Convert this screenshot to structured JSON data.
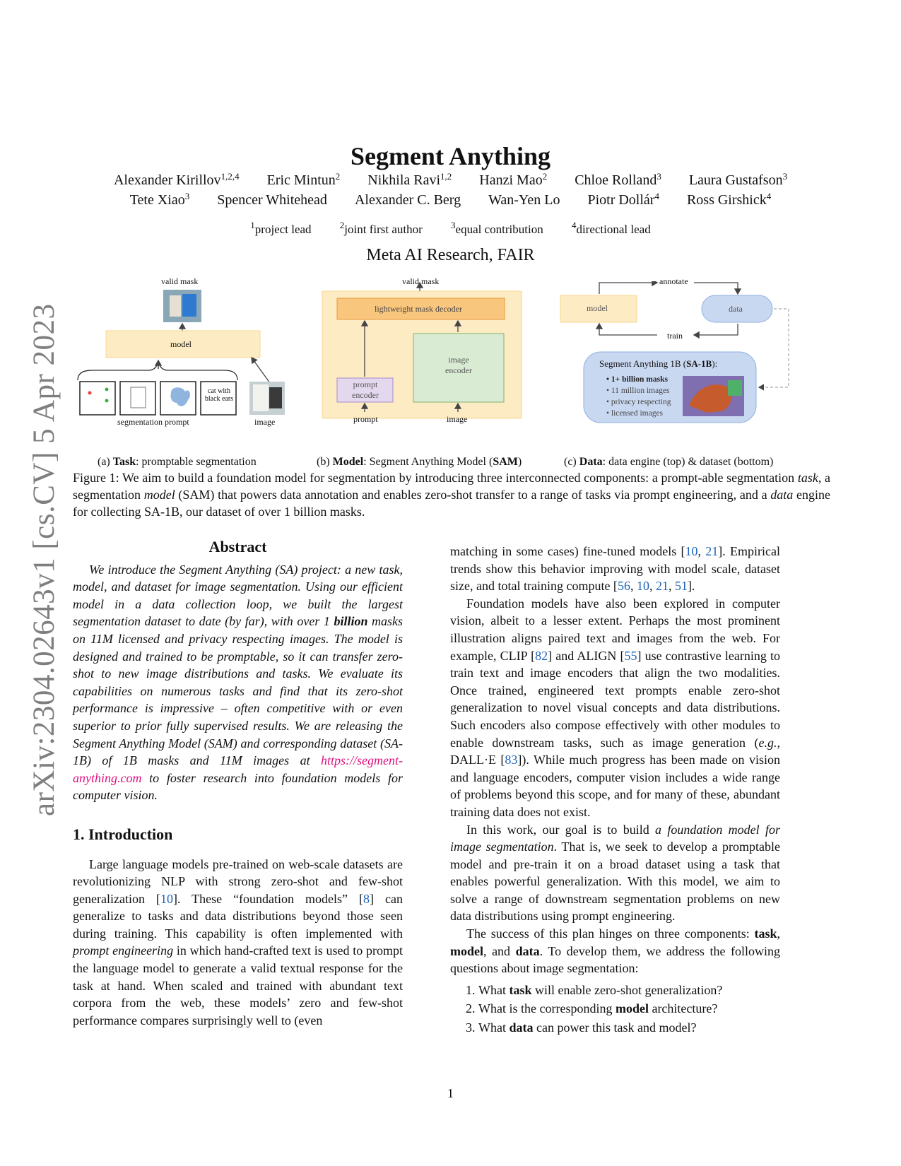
{
  "arxiv_id": "arXiv:2304.02643v1  [cs.CV]  5 Apr 2023",
  "title": "Segment Anything",
  "authors_row1": [
    {
      "name": "Alexander Kirillov",
      "sup": "1,2,4"
    },
    {
      "name": "Eric Mintun",
      "sup": "2"
    },
    {
      "name": "Nikhila Ravi",
      "sup": "1,2"
    },
    {
      "name": "Hanzi Mao",
      "sup": "2"
    },
    {
      "name": "Chloe Rolland",
      "sup": "3"
    },
    {
      "name": "Laura Gustafson",
      "sup": "3"
    }
  ],
  "authors_row2": [
    {
      "name": "Tete Xiao",
      "sup": "3"
    },
    {
      "name": "Spencer Whitehead",
      "sup": ""
    },
    {
      "name": "Alexander C. Berg",
      "sup": ""
    },
    {
      "name": "Wan-Yen Lo",
      "sup": ""
    },
    {
      "name": "Piotr Dollár",
      "sup": "4"
    },
    {
      "name": "Ross Girshick",
      "sup": "4"
    }
  ],
  "notes": [
    {
      "sup": "1",
      "text": "project lead"
    },
    {
      "sup": "2",
      "text": "joint first author"
    },
    {
      "sup": "3",
      "text": "equal contribution"
    },
    {
      "sup": "4",
      "text": "directional lead"
    }
  ],
  "affiliation": "Meta AI Research, FAIR",
  "figure": {
    "a": {
      "valid_mask": "valid mask",
      "model": "model",
      "prompt_text_1": "cat with",
      "prompt_text_2": "black ears",
      "seg_prompt": "segmentation prompt",
      "image": "image",
      "caption_label": "(a) ",
      "caption_bold": "Task",
      "caption_rest": ": promptable segmentation"
    },
    "b": {
      "valid_mask": "valid mask",
      "decoder": "lightweight mask decoder",
      "prompt_encoder_1": "prompt",
      "prompt_encoder_2": "encoder",
      "image_encoder_1": "image",
      "image_encoder_2": "encoder",
      "prompt": "prompt",
      "image": "image",
      "caption_label": "(b) ",
      "caption_bold": "Model",
      "caption_rest": ": Segment Anything Model (",
      "caption_bold2": "SAM",
      "caption_end": ")"
    },
    "c": {
      "annotate": "annotate",
      "model": "model",
      "data": "data",
      "train": "train",
      "sa_title_pre": "Segment Anything 1B (",
      "sa_title_bold": "SA-1B",
      "sa_title_post": "):",
      "bullets": [
        "• 1+ billion masks",
        "• 11 million images",
        "• privacy respecting",
        "• licensed images"
      ],
      "caption_label": "(c) ",
      "caption_bold": "Data",
      "caption_rest": ": data engine (top) & dataset (bottom)"
    },
    "caption_p1": "Figure 1: We aim to build a foundation model for segmentation by introducing three interconnected components: a prompt-able segmentation ",
    "caption_task": "task",
    "caption_p2": ", a segmentation ",
    "caption_model": "model",
    "caption_p3": " (SAM) that powers data annotation and enables zero-shot transfer to a range of tasks via prompt engineering, and a ",
    "caption_data": "data",
    "caption_p4": " engine for collecting SA-1B, our dataset of over 1 billion masks."
  },
  "abstract": {
    "heading": "Abstract",
    "text_1": "We introduce the Segment Anything (SA) project: a new task, model, and dataset for image segmentation. Using our efficient model in a data collection loop, we built the largest segmentation dataset to date (by far), with over 1 ",
    "bold": "billion",
    "text_2": " masks on 11M licensed and privacy respecting images. The model is designed and trained to be promptable, so it can transfer zero-shot to new image distributions and tasks. We evaluate its capabilities on numerous tasks and find that its zero-shot performance is impressive – often competitive with or even superior to prior fully supervised results. We are releasing the Segment Anything Model (SAM) and corresponding dataset (SA-1B) of 1B masks and 11M images at ",
    "link": "https://segment-anything.com",
    "text_3": " to foster research into foundation models for computer vision."
  },
  "intro": {
    "heading": "1. Introduction",
    "p1_a": "Large language models pre-trained on web-scale datasets are revolutionizing NLP with strong zero-shot and few-shot generalization [",
    "p1_ref1": "10",
    "p1_b": "]. These “foundation models” [",
    "p1_ref2": "8",
    "p1_c": "] can generalize to tasks and data distributions beyond those seen during training. This capability is often implemented with ",
    "p1_em": "prompt engineering",
    "p1_d": " in which hand-crafted text is used to prompt the language model to generate a valid textual response for the task at hand. When scaled and trained with abundant text corpora from the web, these models’ zero and few-shot performance compares surprisingly well to (even"
  },
  "right": {
    "p1_a": "matching in some cases) fine-tuned models [",
    "p1_r1": "10",
    "p1_r2": "21",
    "p1_b": "]. Empirical trends show this behavior improving with model scale, dataset size, and total training compute [",
    "p1_r3": "56",
    "p1_r4": "10",
    "p1_r5": "21",
    "p1_r6": "51",
    "p1_c": "].",
    "p2_a": "Foundation models have also been explored in computer vision, albeit to a lesser extent. Perhaps the most prominent illustration aligns paired text and images from the web. For example, CLIP [",
    "p2_r1": "82",
    "p2_b": "] and ALIGN [",
    "p2_r2": "55",
    "p2_c": "] use contrastive learning to train text and image encoders that align the two modalities. Once trained, engineered text prompts enable zero-shot generalization to novel visual concepts and data distributions. Such encoders also compose effectively with other modules to enable downstream tasks, such as image generation (",
    "p2_eg": "e.g.",
    "p2_d": ", DALL·E [",
    "p2_r3": "83",
    "p2_e": "]). While much progress has been made on vision and language encoders, computer vision includes a wide range of problems beyond this scope, and for many of these, abundant training data does not exist.",
    "p3_a": "In this work, our goal is to build ",
    "p3_em": "a foundation model for image segmentation",
    "p3_b": ". That is, we seek to develop a promptable model and pre-train it on a broad dataset using a task that enables powerful generalization. With this model, we aim to solve a range of downstream segmentation problems on new data distributions using prompt engineering.",
    "p4_a": "The success of this plan hinges on three components: ",
    "p4_task": "task",
    "p4_model": "model",
    "p4_and": ", and ",
    "p4_data": "data",
    "p4_b": ". To develop them, we address the following questions about image segmentation:",
    "q1_a": "What ",
    "q1_b": "task",
    "q1_c": " will enable zero-shot generalization?",
    "q2_a": "What is the corresponding ",
    "q2_b": "model",
    "q2_c": " architecture?",
    "q3_a": "What ",
    "q3_b": "data",
    "q3_c": " can power this task and model?"
  },
  "page_number": "1"
}
